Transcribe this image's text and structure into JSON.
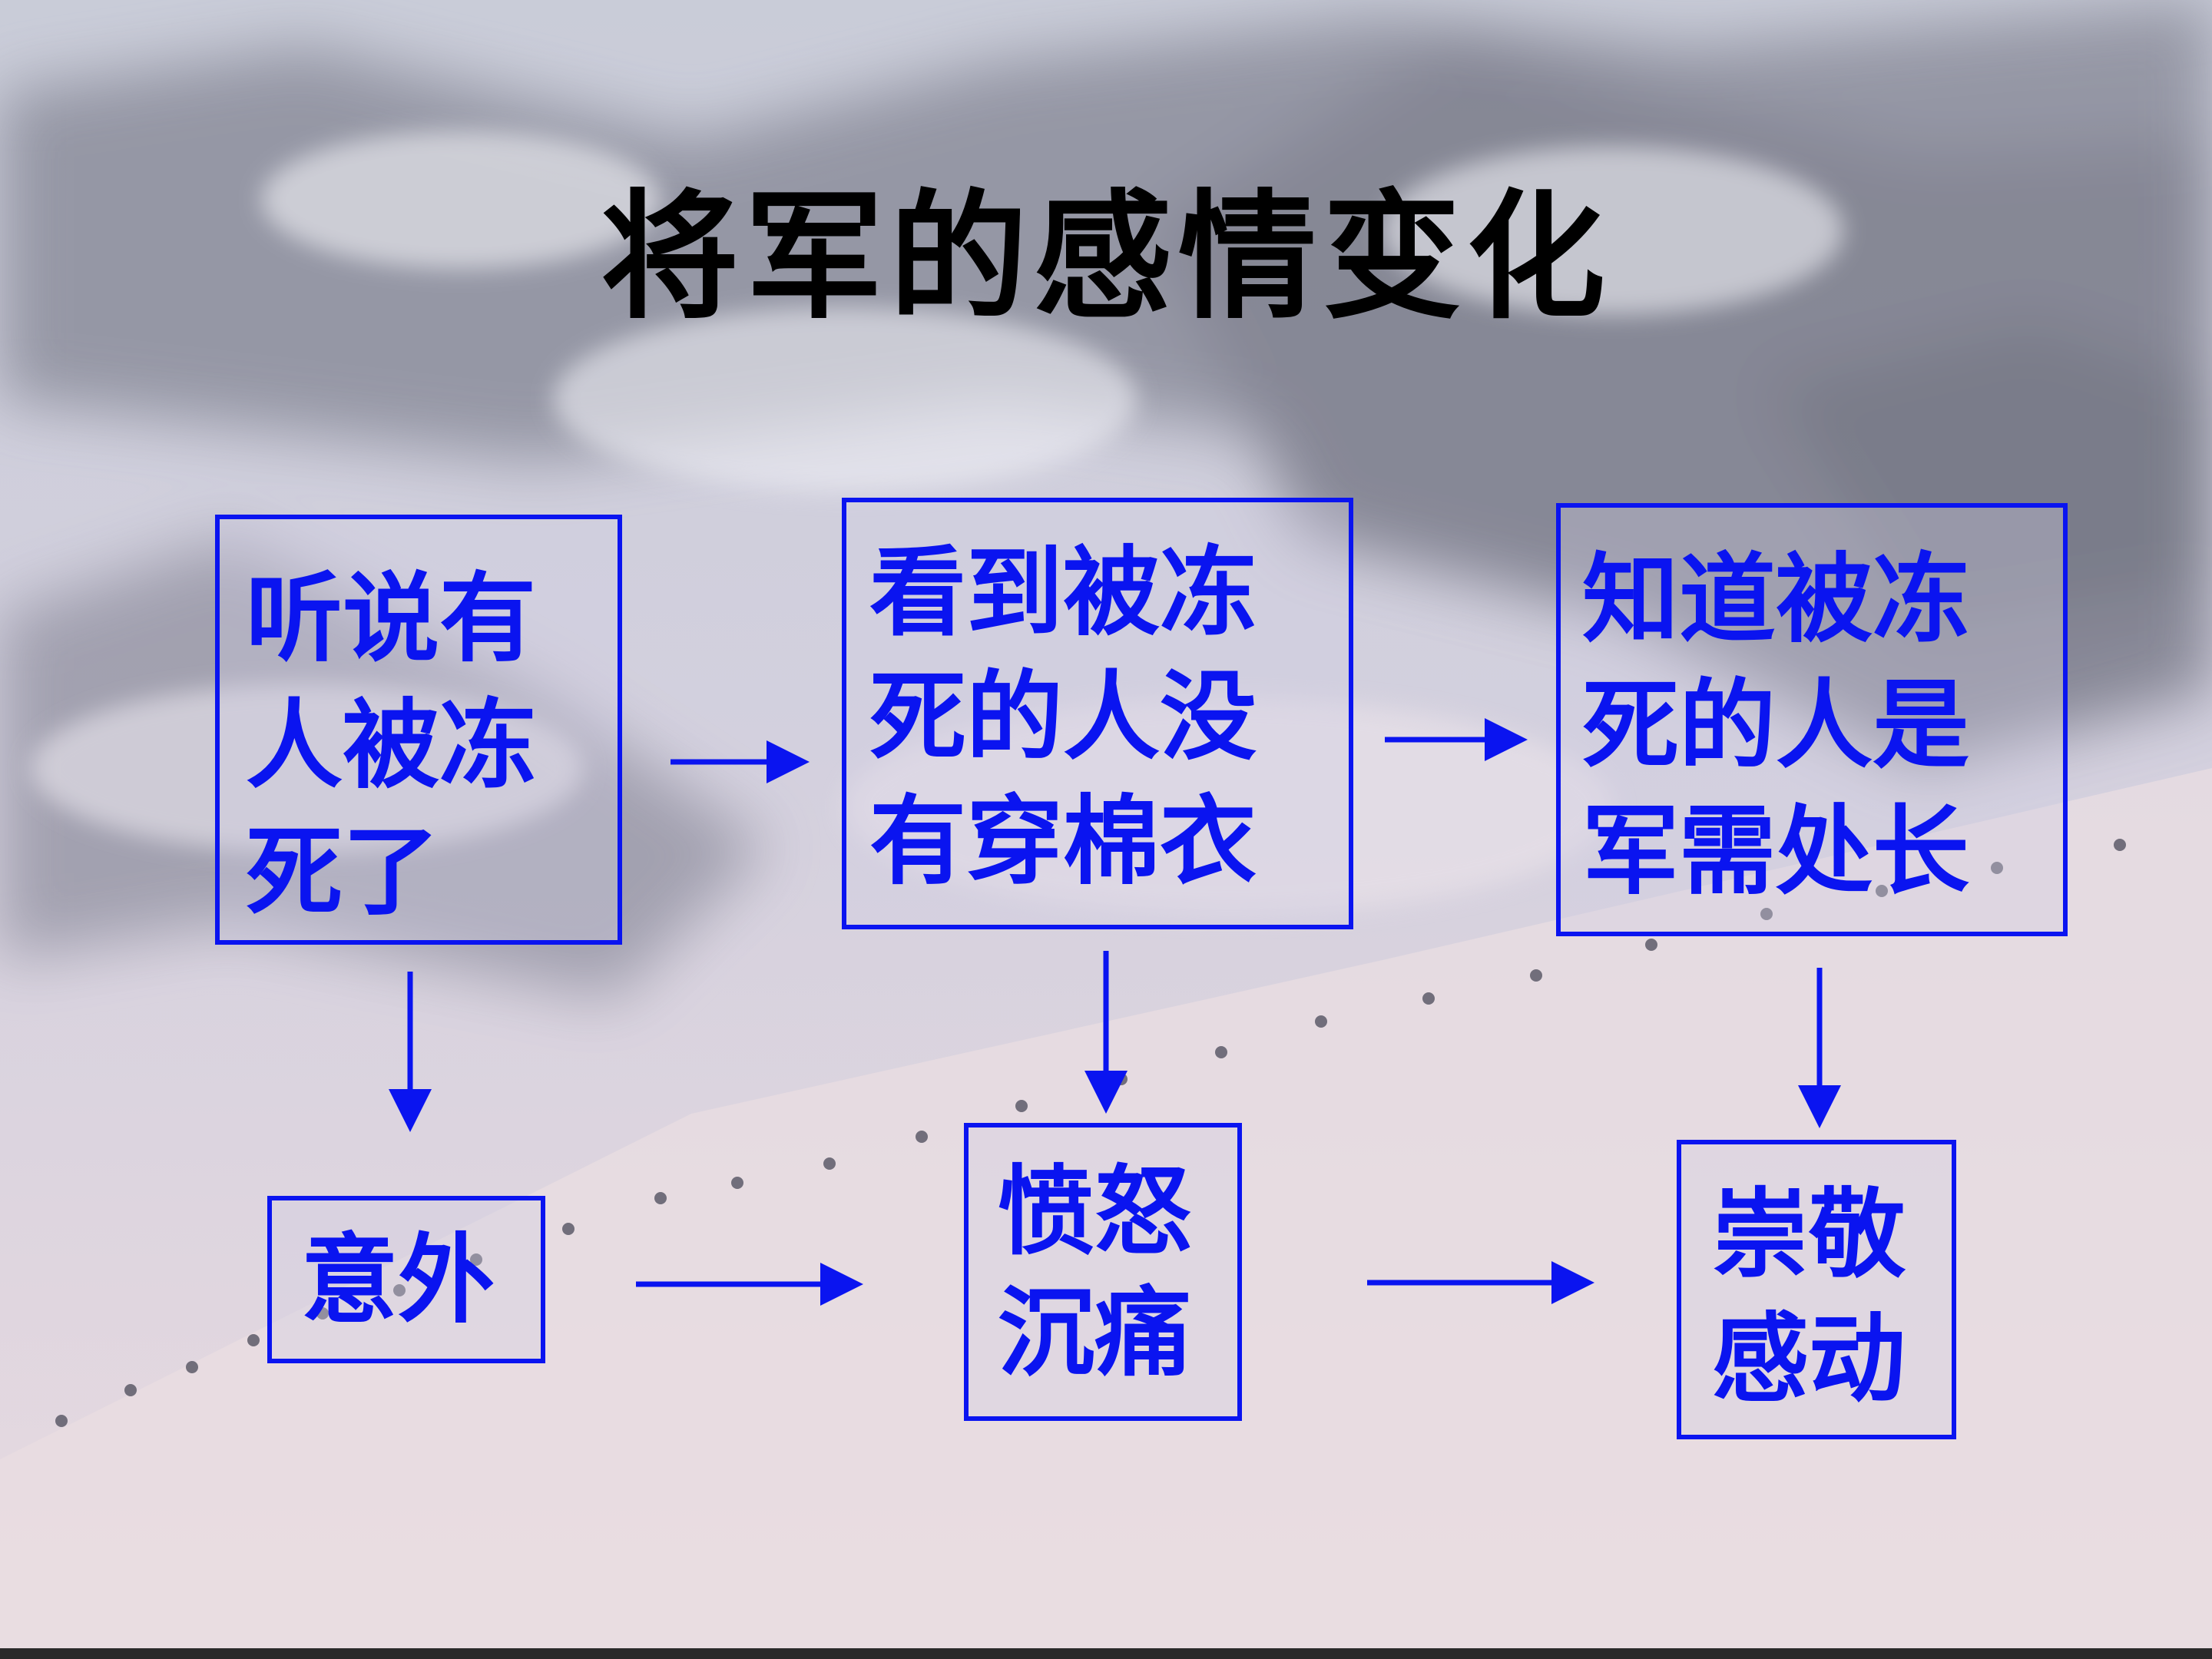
{
  "title": "将军的感情变化",
  "colors": {
    "accent": "#0a14f0",
    "title": "#000000"
  },
  "top_row": [
    {
      "lines": [
        "听说有",
        "人被冻",
        "死了"
      ]
    },
    {
      "lines": [
        "看到被冻",
        "死的人没",
        "有穿棉衣"
      ]
    },
    {
      "lines": [
        "知道被冻",
        "死的人是",
        "军需处长"
      ]
    }
  ],
  "bottom_row": [
    {
      "lines": [
        "意外"
      ]
    },
    {
      "lines": [
        "愤怒",
        "沉痛"
      ]
    },
    {
      "lines": [
        "崇敬",
        "感动"
      ]
    }
  ]
}
